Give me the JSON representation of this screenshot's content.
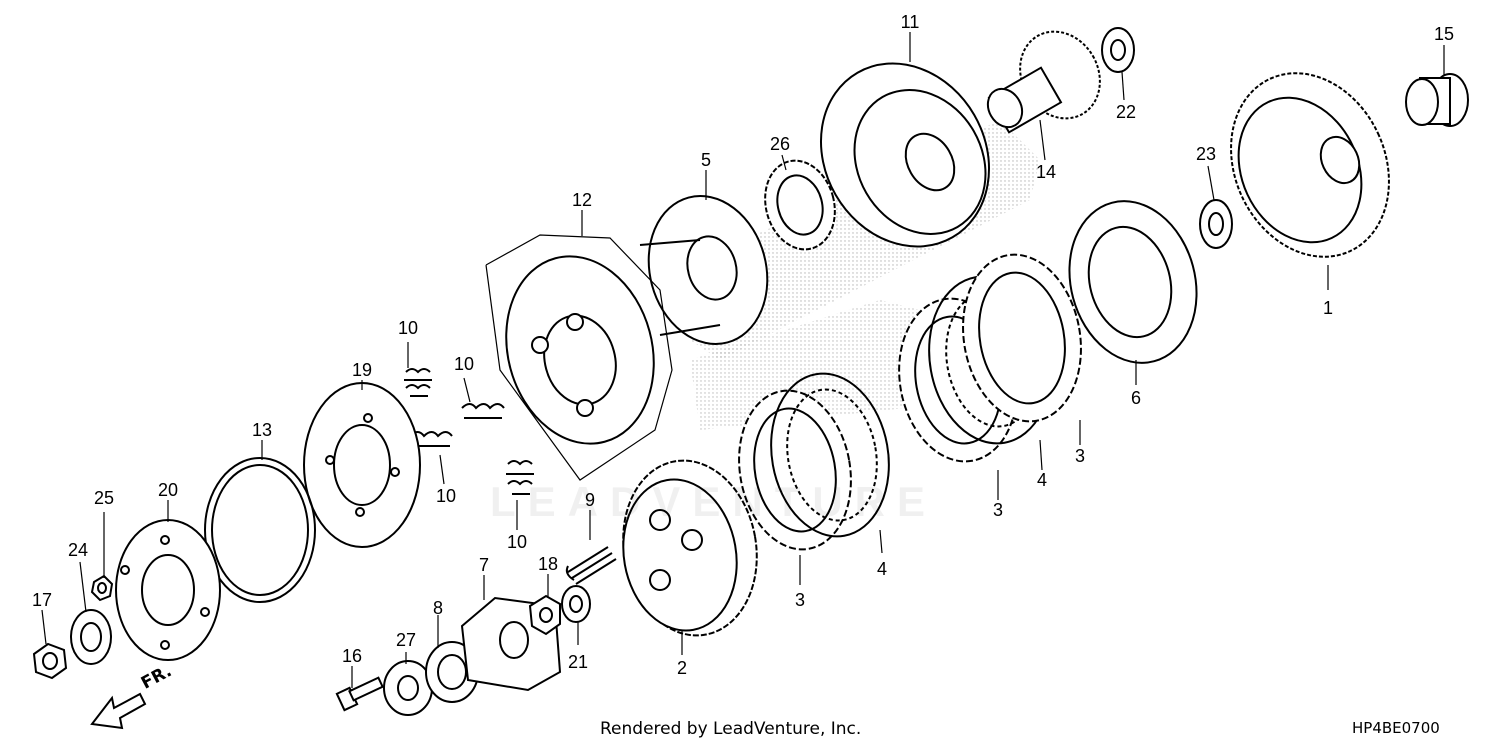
{
  "diagram": {
    "watermark": "LEADVENTURE",
    "credit": "Rendered by LeadVenture, Inc.",
    "code": "HP4BE0700",
    "front_marker": "FR.",
    "callouts": [
      {
        "id": "c1",
        "label": "1"
      },
      {
        "id": "c2",
        "label": "2"
      },
      {
        "id": "c3a",
        "label": "3"
      },
      {
        "id": "c3b",
        "label": "3"
      },
      {
        "id": "c3c",
        "label": "3"
      },
      {
        "id": "c4a",
        "label": "4"
      },
      {
        "id": "c4b",
        "label": "4"
      },
      {
        "id": "c5",
        "label": "5"
      },
      {
        "id": "c6",
        "label": "6"
      },
      {
        "id": "c7",
        "label": "7"
      },
      {
        "id": "c8",
        "label": "8"
      },
      {
        "id": "c9",
        "label": "9"
      },
      {
        "id": "c10a",
        "label": "10"
      },
      {
        "id": "c10b",
        "label": "10"
      },
      {
        "id": "c10c",
        "label": "10"
      },
      {
        "id": "c10d",
        "label": "10"
      },
      {
        "id": "c11",
        "label": "11"
      },
      {
        "id": "c12",
        "label": "12"
      },
      {
        "id": "c13",
        "label": "13"
      },
      {
        "id": "c14",
        "label": "14"
      },
      {
        "id": "c15",
        "label": "15"
      },
      {
        "id": "c16",
        "label": "16"
      },
      {
        "id": "c17",
        "label": "17"
      },
      {
        "id": "c18",
        "label": "18"
      },
      {
        "id": "c19",
        "label": "19"
      },
      {
        "id": "c20",
        "label": "20"
      },
      {
        "id": "c21",
        "label": "21"
      },
      {
        "id": "c22",
        "label": "22"
      },
      {
        "id": "c23",
        "label": "23"
      },
      {
        "id": "c24",
        "label": "24"
      },
      {
        "id": "c25",
        "label": "25"
      },
      {
        "id": "c26",
        "label": "26"
      },
      {
        "id": "c27",
        "label": "27"
      }
    ]
  }
}
